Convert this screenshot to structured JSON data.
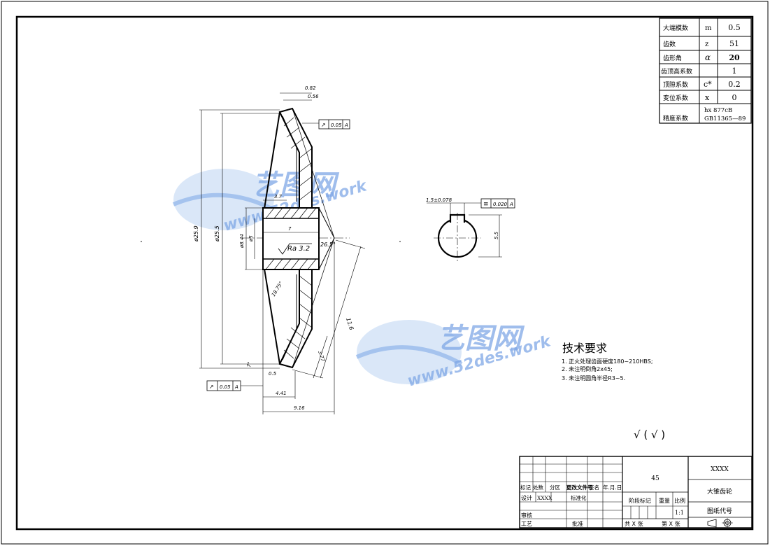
{
  "param_table": [
    {
      "name": "大端模数",
      "symbol": "m",
      "value": "0.5"
    },
    {
      "name": "齿数",
      "symbol": "z",
      "value": "51"
    },
    {
      "name": "齿形角",
      "symbol": "α",
      "value": "20"
    },
    {
      "name": "齿顶高系数",
      "symbol": "",
      "value": "1"
    },
    {
      "name": "顶隙系数",
      "symbol": "c*",
      "value": "0.2"
    },
    {
      "name": "变位系数",
      "symbol": "x",
      "value": "0"
    },
    {
      "name": "精度系数",
      "symbol": "",
      "value": "hx 877cB",
      "value2": "GB11365—89"
    }
  ],
  "dimensions": {
    "top1": "0.82",
    "top2": "0.56",
    "runout_top": "0.05",
    "datum_top": "A",
    "d_outer": "ø25.9",
    "d_pitch": "ø25.5",
    "d_hub": "ø8.44",
    "d_bore": "ø5",
    "hub_len": "3.7",
    "bore_len": "7",
    "roughness": "Ra 3.2",
    "angle": "26.5°",
    "cone": "18.75°",
    "cone_dist": "11.6",
    "face": "3.77",
    "small_angle": "7°",
    "runout_bot": "0.05",
    "datum_bot": "A",
    "len1": "4.41",
    "len2": "9.16",
    "tan_small": "0.5"
  },
  "keyway": {
    "width": "1.5±0.078",
    "sym_tol": "0.020",
    "datum": "A",
    "depth": "5.5"
  },
  "tech_req": {
    "title": "技术要求",
    "items": [
      "1. 正火处理齿面硬度180~210HBS;",
      "2. 未注明倒角2x45;",
      "3. 未注明圆角半径R3~5."
    ]
  },
  "roughness_note": "√ ( √ )",
  "watermark": {
    "cn": "艺图网",
    "url": "www.52des.work"
  },
  "title_block": {
    "material": "45",
    "part_name": "大锥齿轮",
    "company": "XXXX",
    "drawing_no": "图纸代号",
    "stage": "阶段标记",
    "weight": "重量",
    "scale_label": "比例",
    "scale": "1:1",
    "sheets": "共 X 张",
    "sheet_no": "第 X 张",
    "row_mark": [
      "标记",
      "处数",
      "分区",
      "更改文件号",
      "签名",
      "年.月.日"
    ],
    "design": "设计",
    "designer": "XXXX",
    "standard": "标准化",
    "check": "审核",
    "process": "工艺",
    "approve": "批准"
  }
}
